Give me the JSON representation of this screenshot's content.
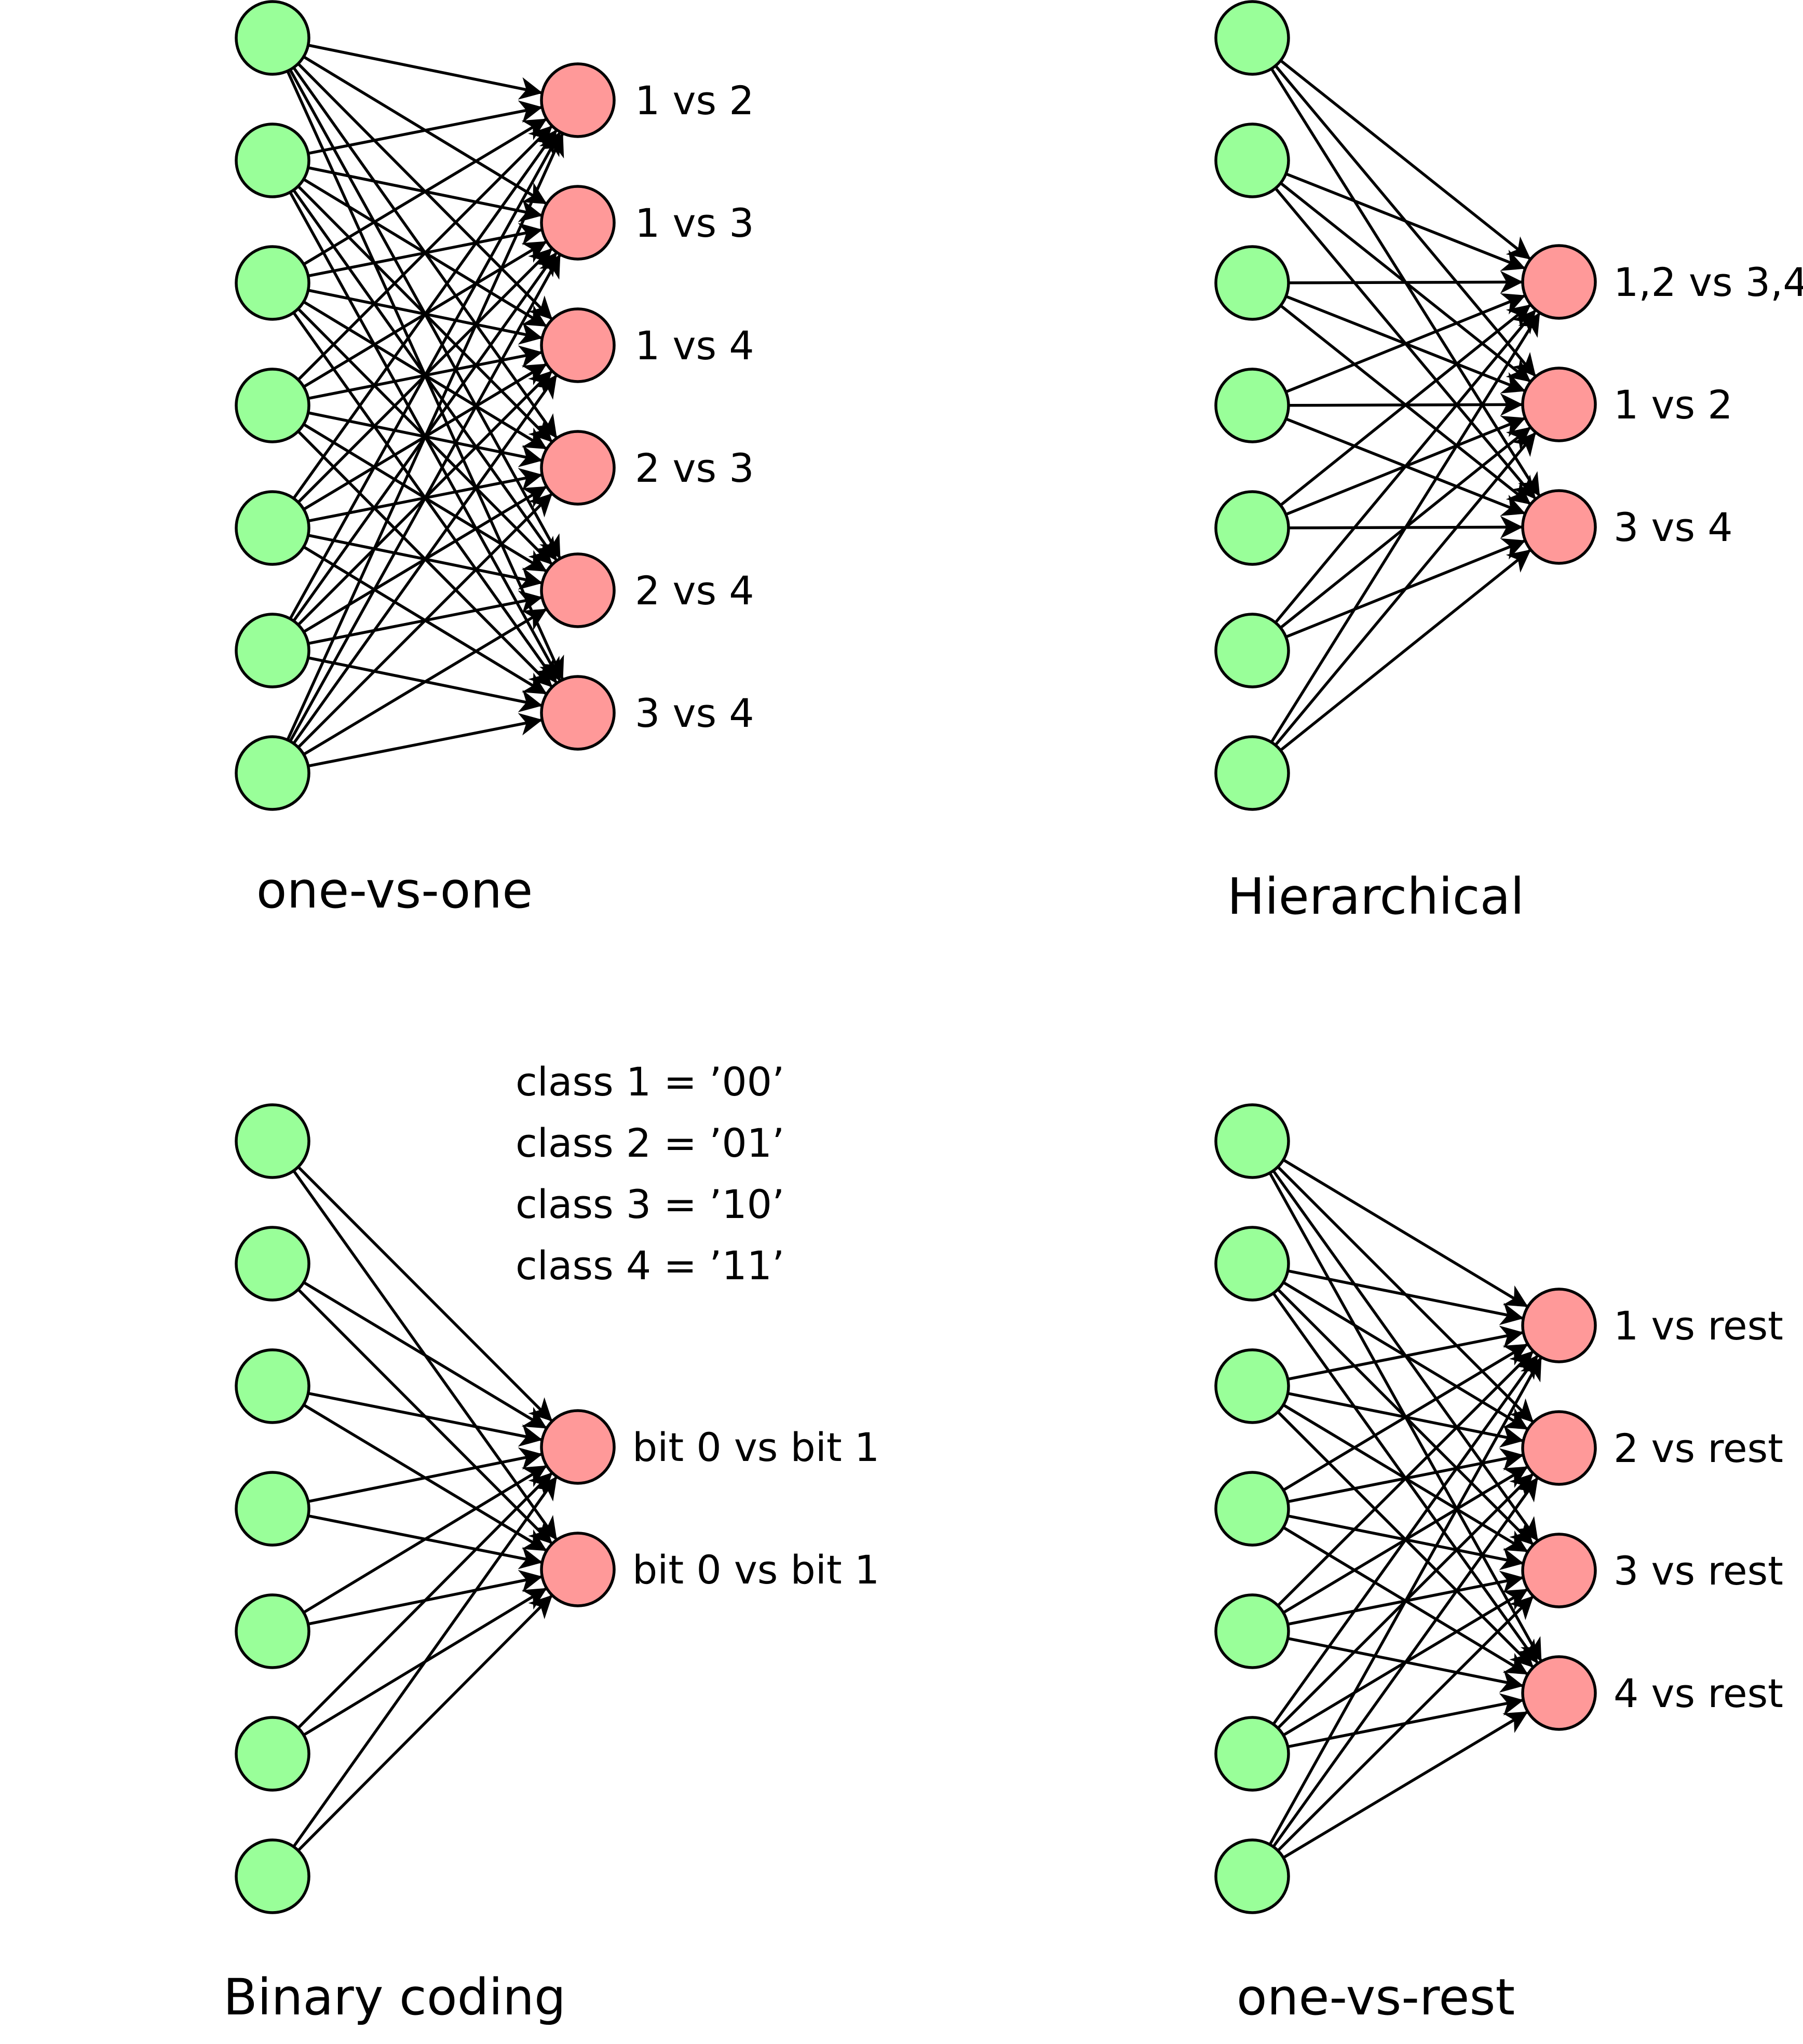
{
  "colors": {
    "input_node": "#99ff99",
    "output_node": "#ff9999",
    "edge": "#000000"
  },
  "panels": [
    {
      "id": "one-vs-one",
      "title": "one-vs-one",
      "input_count": 7,
      "outputs": [
        "1 vs 2",
        "1 vs 3",
        "1 vs 4",
        "2 vs 3",
        "2 vs 4",
        "3 vs 4"
      ],
      "connectivity": "full"
    },
    {
      "id": "hierarchical",
      "title": "Hierarchical",
      "input_count": 7,
      "outputs": [
        "1,2 vs 3,4",
        "1 vs 2",
        "3 vs 4"
      ],
      "connectivity": "full"
    },
    {
      "id": "binary-coding",
      "title": "Binary coding",
      "input_count": 7,
      "outputs": [
        "bit 0 vs bit 1",
        "bit 0 vs bit 1"
      ],
      "connectivity": "full",
      "notes": [
        "class 1 = ’00’",
        "class 2 = ’01’",
        "class 3 = ’10’",
        "class 4 = ’11’"
      ]
    },
    {
      "id": "one-vs-rest",
      "title": "one-vs-rest",
      "input_count": 7,
      "outputs": [
        "1 vs rest",
        "2 vs rest",
        "3 vs rest",
        "4 vs rest"
      ],
      "connectivity": "full"
    }
  ]
}
